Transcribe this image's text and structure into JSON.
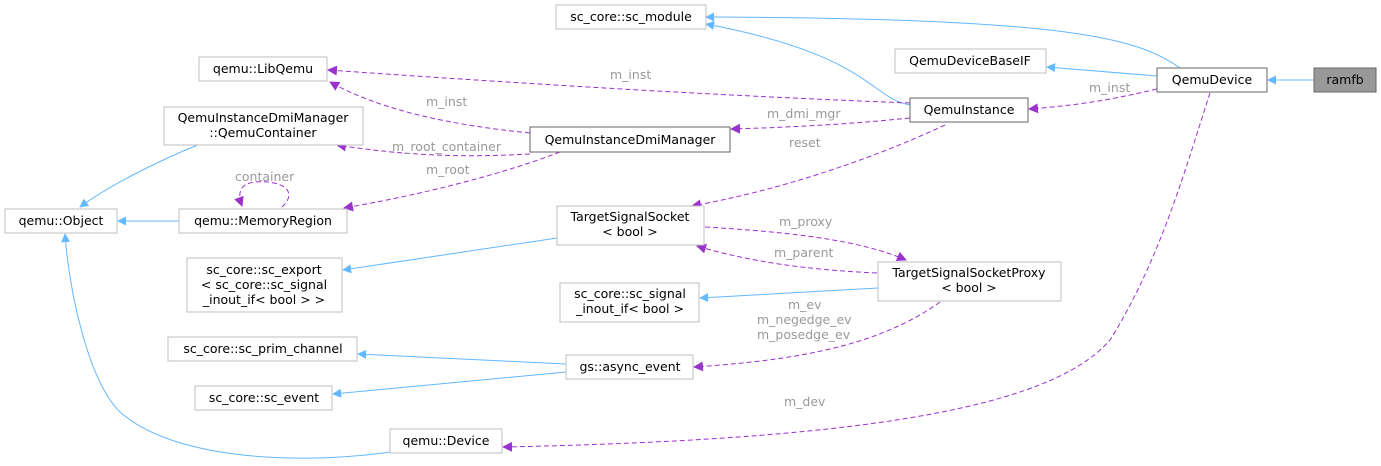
{
  "colors": {
    "inheritance_edge": "#63b8ff",
    "member_edge": "#9a32cd",
    "edge_label": "#9a9a9a",
    "node_border_light": "#bfbfbf",
    "node_border_dark": "#666666",
    "focus_fill": "#999999"
  },
  "nodes": {
    "ramfb": "ramfb",
    "qemu_device": "QemuDevice",
    "sc_module": "sc_core::sc_module",
    "qemu_device_base_if": "QemuDeviceBaseIF",
    "qemu_instance": "QemuInstance",
    "lib_qemu": "qemu::LibQemu",
    "dmi_container": [
      "QemuInstanceDmiManager",
      "::QemuContainer"
    ],
    "dmi_manager": "QemuInstanceDmiManager",
    "qemu_object": "qemu::Object",
    "memory_region": "qemu::MemoryRegion",
    "target_signal_socket": [
      "TargetSignalSocket",
      "< bool >"
    ],
    "sc_export": [
      "sc_core::sc_export",
      "< sc_core::sc_signal",
      "_inout_if< bool  > >"
    ],
    "target_signal_socket_proxy": [
      "TargetSignalSocketProxy",
      "< bool >"
    ],
    "sc_signal_inout_if": [
      "sc_core::sc_signal",
      "_inout_if< bool >"
    ],
    "sc_prim_channel": "sc_core::sc_prim_channel",
    "async_event": "gs::async_event",
    "sc_event": "sc_core::sc_event",
    "qemu_device_node": "qemu::Device"
  },
  "edge_labels": {
    "m_inst_device": "m_inst",
    "m_inst_libqemu": "m_inst",
    "m_inst_dmi": "m_inst",
    "m_dmi_mgr": "m_dmi_mgr",
    "reset": "reset",
    "m_root_container": "m_root_container",
    "m_root": "m_root",
    "container": "container",
    "m_proxy": "m_proxy",
    "m_parent": "m_parent",
    "m_ev": [
      "m_ev",
      "m_negedge_ev",
      "m_posedge_ev"
    ],
    "m_dev": "m_dev"
  }
}
